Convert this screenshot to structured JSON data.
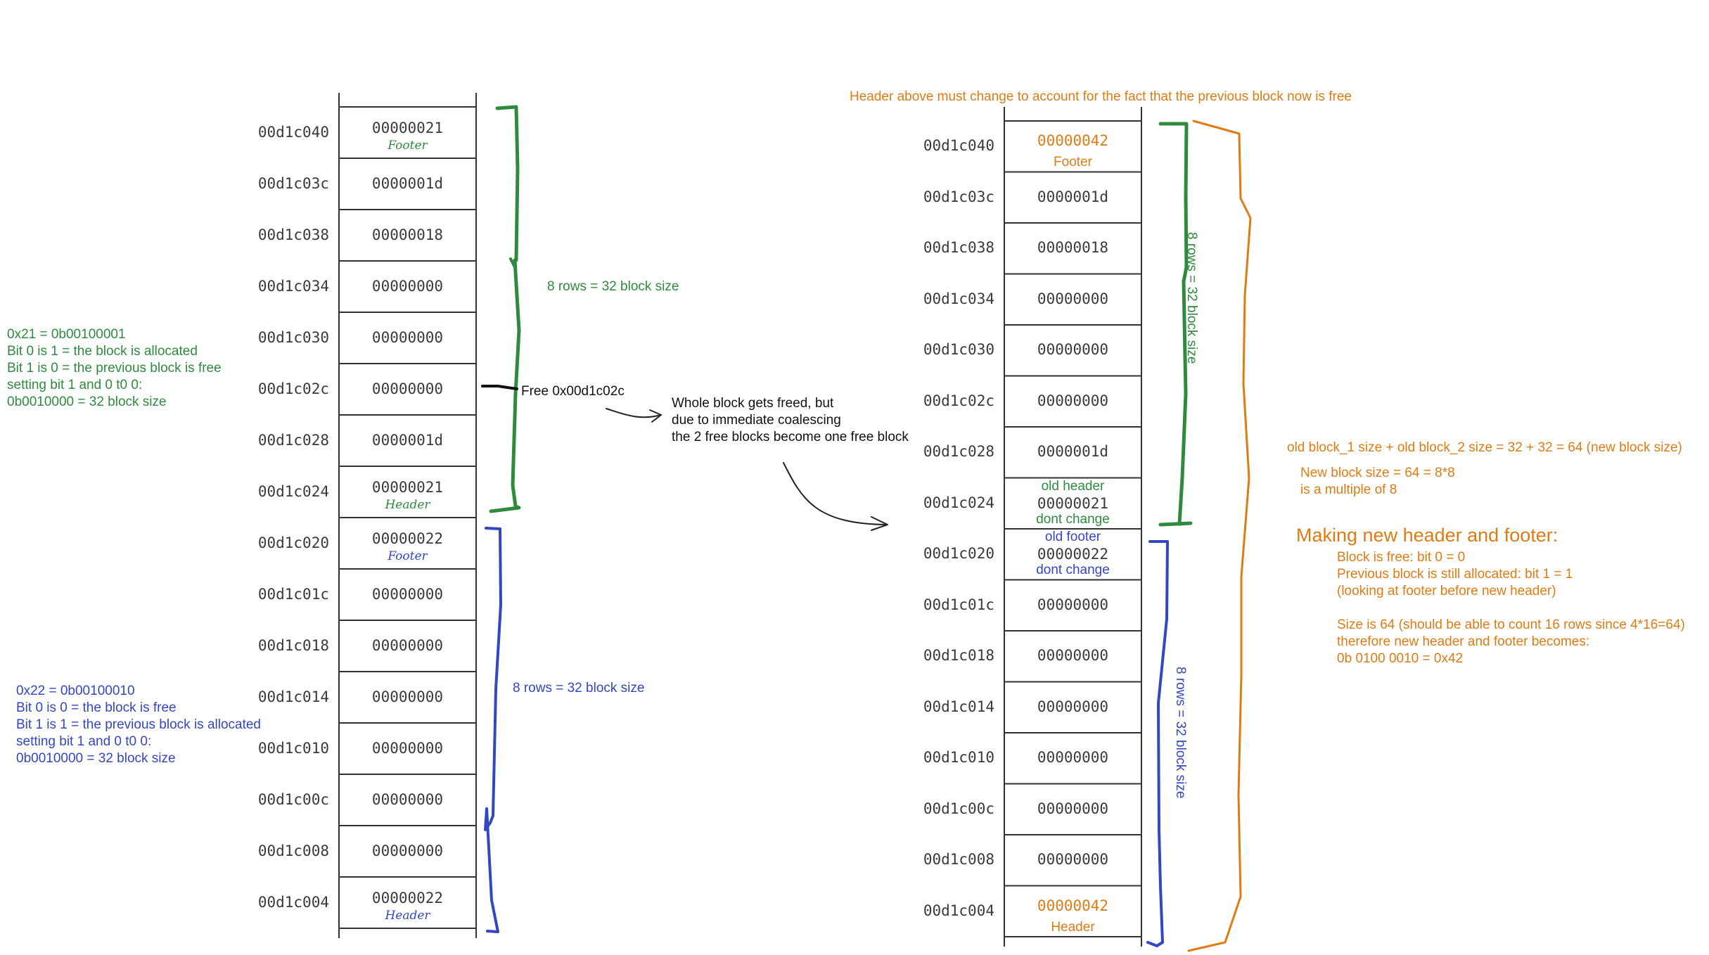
{
  "colors": {
    "green": "#2e8b3e",
    "blue": "#3346c4",
    "orange": "#e07b14",
    "line": "#333333"
  },
  "left_table": {
    "rows": [
      {
        "addr": "00d1c040",
        "value": "00000021",
        "note": "Footer",
        "note_color": "green"
      },
      {
        "addr": "00d1c03c",
        "value": "0000001d"
      },
      {
        "addr": "00d1c038",
        "value": "00000018"
      },
      {
        "addr": "00d1c034",
        "value": "00000000"
      },
      {
        "addr": "00d1c030",
        "value": "00000000"
      },
      {
        "addr": "00d1c02c",
        "value": "00000000"
      },
      {
        "addr": "00d1c028",
        "value": "0000001d"
      },
      {
        "addr": "00d1c024",
        "value": "00000021",
        "note": "Header",
        "note_color": "green"
      },
      {
        "addr": "00d1c020",
        "value": "00000022",
        "note": "Footer",
        "note_color": "blue"
      },
      {
        "addr": "00d1c01c",
        "value": "00000000"
      },
      {
        "addr": "00d1c018",
        "value": "00000000"
      },
      {
        "addr": "00d1c014",
        "value": "00000000"
      },
      {
        "addr": "00d1c010",
        "value": "00000000"
      },
      {
        "addr": "00d1c00c",
        "value": "00000000"
      },
      {
        "addr": "00d1c008",
        "value": "00000000"
      },
      {
        "addr": "00d1c004",
        "value": "00000022",
        "note": "Header",
        "note_color": "blue"
      }
    ]
  },
  "right_table": {
    "rows": [
      {
        "addr": "00d1c040",
        "value": "00000042",
        "value_color": "orange",
        "note_below": "Footer",
        "note_below_color": "orange"
      },
      {
        "addr": "00d1c03c",
        "value": "0000001d"
      },
      {
        "addr": "00d1c038",
        "value": "00000018"
      },
      {
        "addr": "00d1c034",
        "value": "00000000"
      },
      {
        "addr": "00d1c030",
        "value": "00000000"
      },
      {
        "addr": "00d1c02c",
        "value": "00000000"
      },
      {
        "addr": "00d1c028",
        "value": "0000001d"
      },
      {
        "addr": "00d1c024",
        "value": "00000021",
        "note_above": "old header",
        "note_below": "dont change",
        "note_above_color": "green",
        "note_below_color": "green"
      },
      {
        "addr": "00d1c020",
        "value": "00000022",
        "note_above": "old footer",
        "note_below": "dont change",
        "note_above_color": "blue",
        "note_below_color": "blue"
      },
      {
        "addr": "00d1c01c",
        "value": "00000000"
      },
      {
        "addr": "00d1c018",
        "value": "00000000"
      },
      {
        "addr": "00d1c014",
        "value": "00000000"
      },
      {
        "addr": "00d1c010",
        "value": "00000000"
      },
      {
        "addr": "00d1c00c",
        "value": "00000000"
      },
      {
        "addr": "00d1c008",
        "value": "00000000"
      },
      {
        "addr": "00d1c004",
        "value": "00000042",
        "value_color": "orange",
        "note_below": "Header",
        "note_below_color": "orange"
      }
    ]
  },
  "annotations": {
    "left_green_brace_label": "8 rows = 32 block size",
    "left_blue_brace_label": "8 rows = 32 block size",
    "right_green_brace_label": "8 rows = 32 block size",
    "right_blue_brace_label": "8 rows = 32 block size",
    "free_label": "Free 0x00d1c02c",
    "coalesce_note": "Whole block gets freed, but\ndue to immediate coalescing\nthe 2 free blocks become one free block",
    "header_change_note": "Header above must change to account for the fact that the previous block now is free",
    "green_note": "0x21 = 0b00100001\nBit 0 is 1 = the block is allocated\nBit 1 is 0 = the previous block is free\nsetting bit 1 and 0 t0 0:\n0b0010000 = 32 block size",
    "blue_note": "0x22 = 0b00100010\nBit 0 is 0 = the block is free\nBit 1 is 1 = the previous block is allocated\nsetting bit 1 and 0 t0 0:\n0b0010000 = 32 block size",
    "size_sum_note": "old block_1 size + old block_2 size = 32 + 32  = 64 (new block size)",
    "multiple_note": "New block size = 64 = 8*8\nis a multiple of 8",
    "making_title": "Making new header and footer:",
    "making_body": "Block is free: bit 0 = 0\nPrevious block is still allocated: bit 1 = 1\n(looking at footer before new header)\n\nSize is 64 (should be able to count 16 rows since 4*16=64)\ntherefore new header and footer becomes:\n0b 0100 0010 = 0x42"
  }
}
